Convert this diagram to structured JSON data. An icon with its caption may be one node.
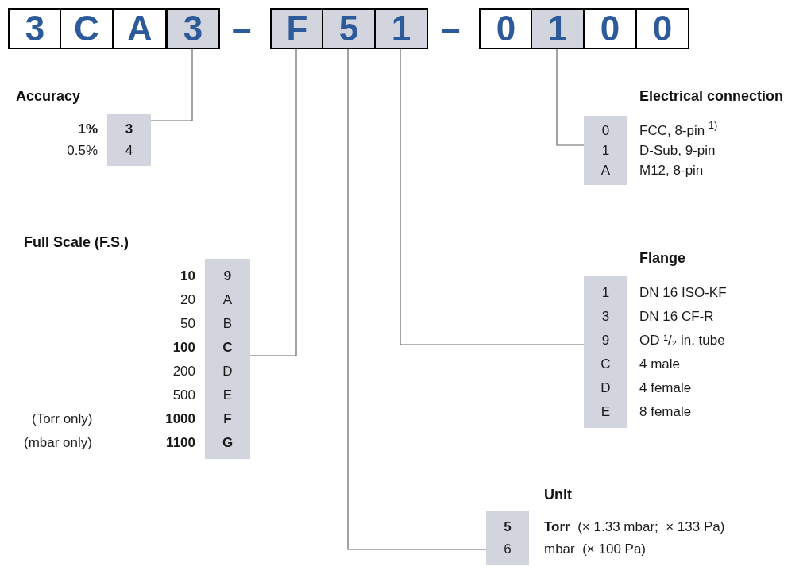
{
  "diagram": {
    "nodes": [
      {
        "text": [
          "3"
        ]
      },
      {
        "text": [
          "C"
        ]
      },
      {
        "text": [
          "A"
        ]
      },
      {
        "text": [
          "3"
        ]
      },
      {
        "text": [
          "F"
        ]
      },
      {
        "text": [
          "5"
        ]
      },
      {
        "text": [
          "1"
        ]
      },
      {
        "text": [
          "0"
        ]
      },
      {
        "text": [
          "1"
        ]
      },
      {
        "text": [
          "0"
        ]
      },
      {
        "text": [
          "0"
        ]
      },
      {
        "text": [
          "**3**",
          "4"
        ],
        "beside": [
          "Accuracy",
          "**1%**",
          "0.5%"
        ]
      },
      {
        "text": [
          "**9**",
          "A",
          "B",
          "**C**",
          "D",
          "E",
          "**F**",
          "**G**"
        ],
        "beside": [
          "Full Scale (F.S.)",
          "**10**",
          "20",
          "50",
          "**100**",
          "200",
          "500",
          "**1000**",
          "**1100**"
        ]
      },
      {
        "text": [
          "**5**",
          "6"
        ],
        "beside": [
          "Unit",
          "**Torr**  (× 1.33 mbar;  × 133 Pa)",
          "mbar  (× 100 Pa)"
        ]
      },
      {
        "text": [
          "1",
          "3",
          "9",
          "C",
          "D",
          "E"
        ],
        "beside": [
          "Flange",
          "DN 16 ISO-KF",
          "DN 16 CF-R",
          "OD ¹/₂ in. tube",
          "4 male",
          "4 female",
          "8 female"
        ]
      },
      {
        "text": [
          "0",
          "1",
          "A"
        ],
        "beside": [
          "Electrical connection",
          "FCC, 8-pin $^{1)}$",
          "D-Sub, 9-pin",
          "M12, 8-pin"
        ]
      }
    ],
    "edges": [
      {
        "from": 3,
        "to": 11,
        "arrow": "none"
      },
      {
        "from": 4,
        "to": 12,
        "arrow": "none"
      },
      {
        "from": 5,
        "to": 13,
        "arrow": "none"
      },
      {
        "from": 6,
        "to": 14,
        "arrow": "none"
      },
      {
        "from": 8,
        "to": 15,
        "arrow": "none"
      }
    ],
    "labels": [
      "–",
      "–",
      "(Torr only)",
      "(mbar only)"
    ]
  }
}
